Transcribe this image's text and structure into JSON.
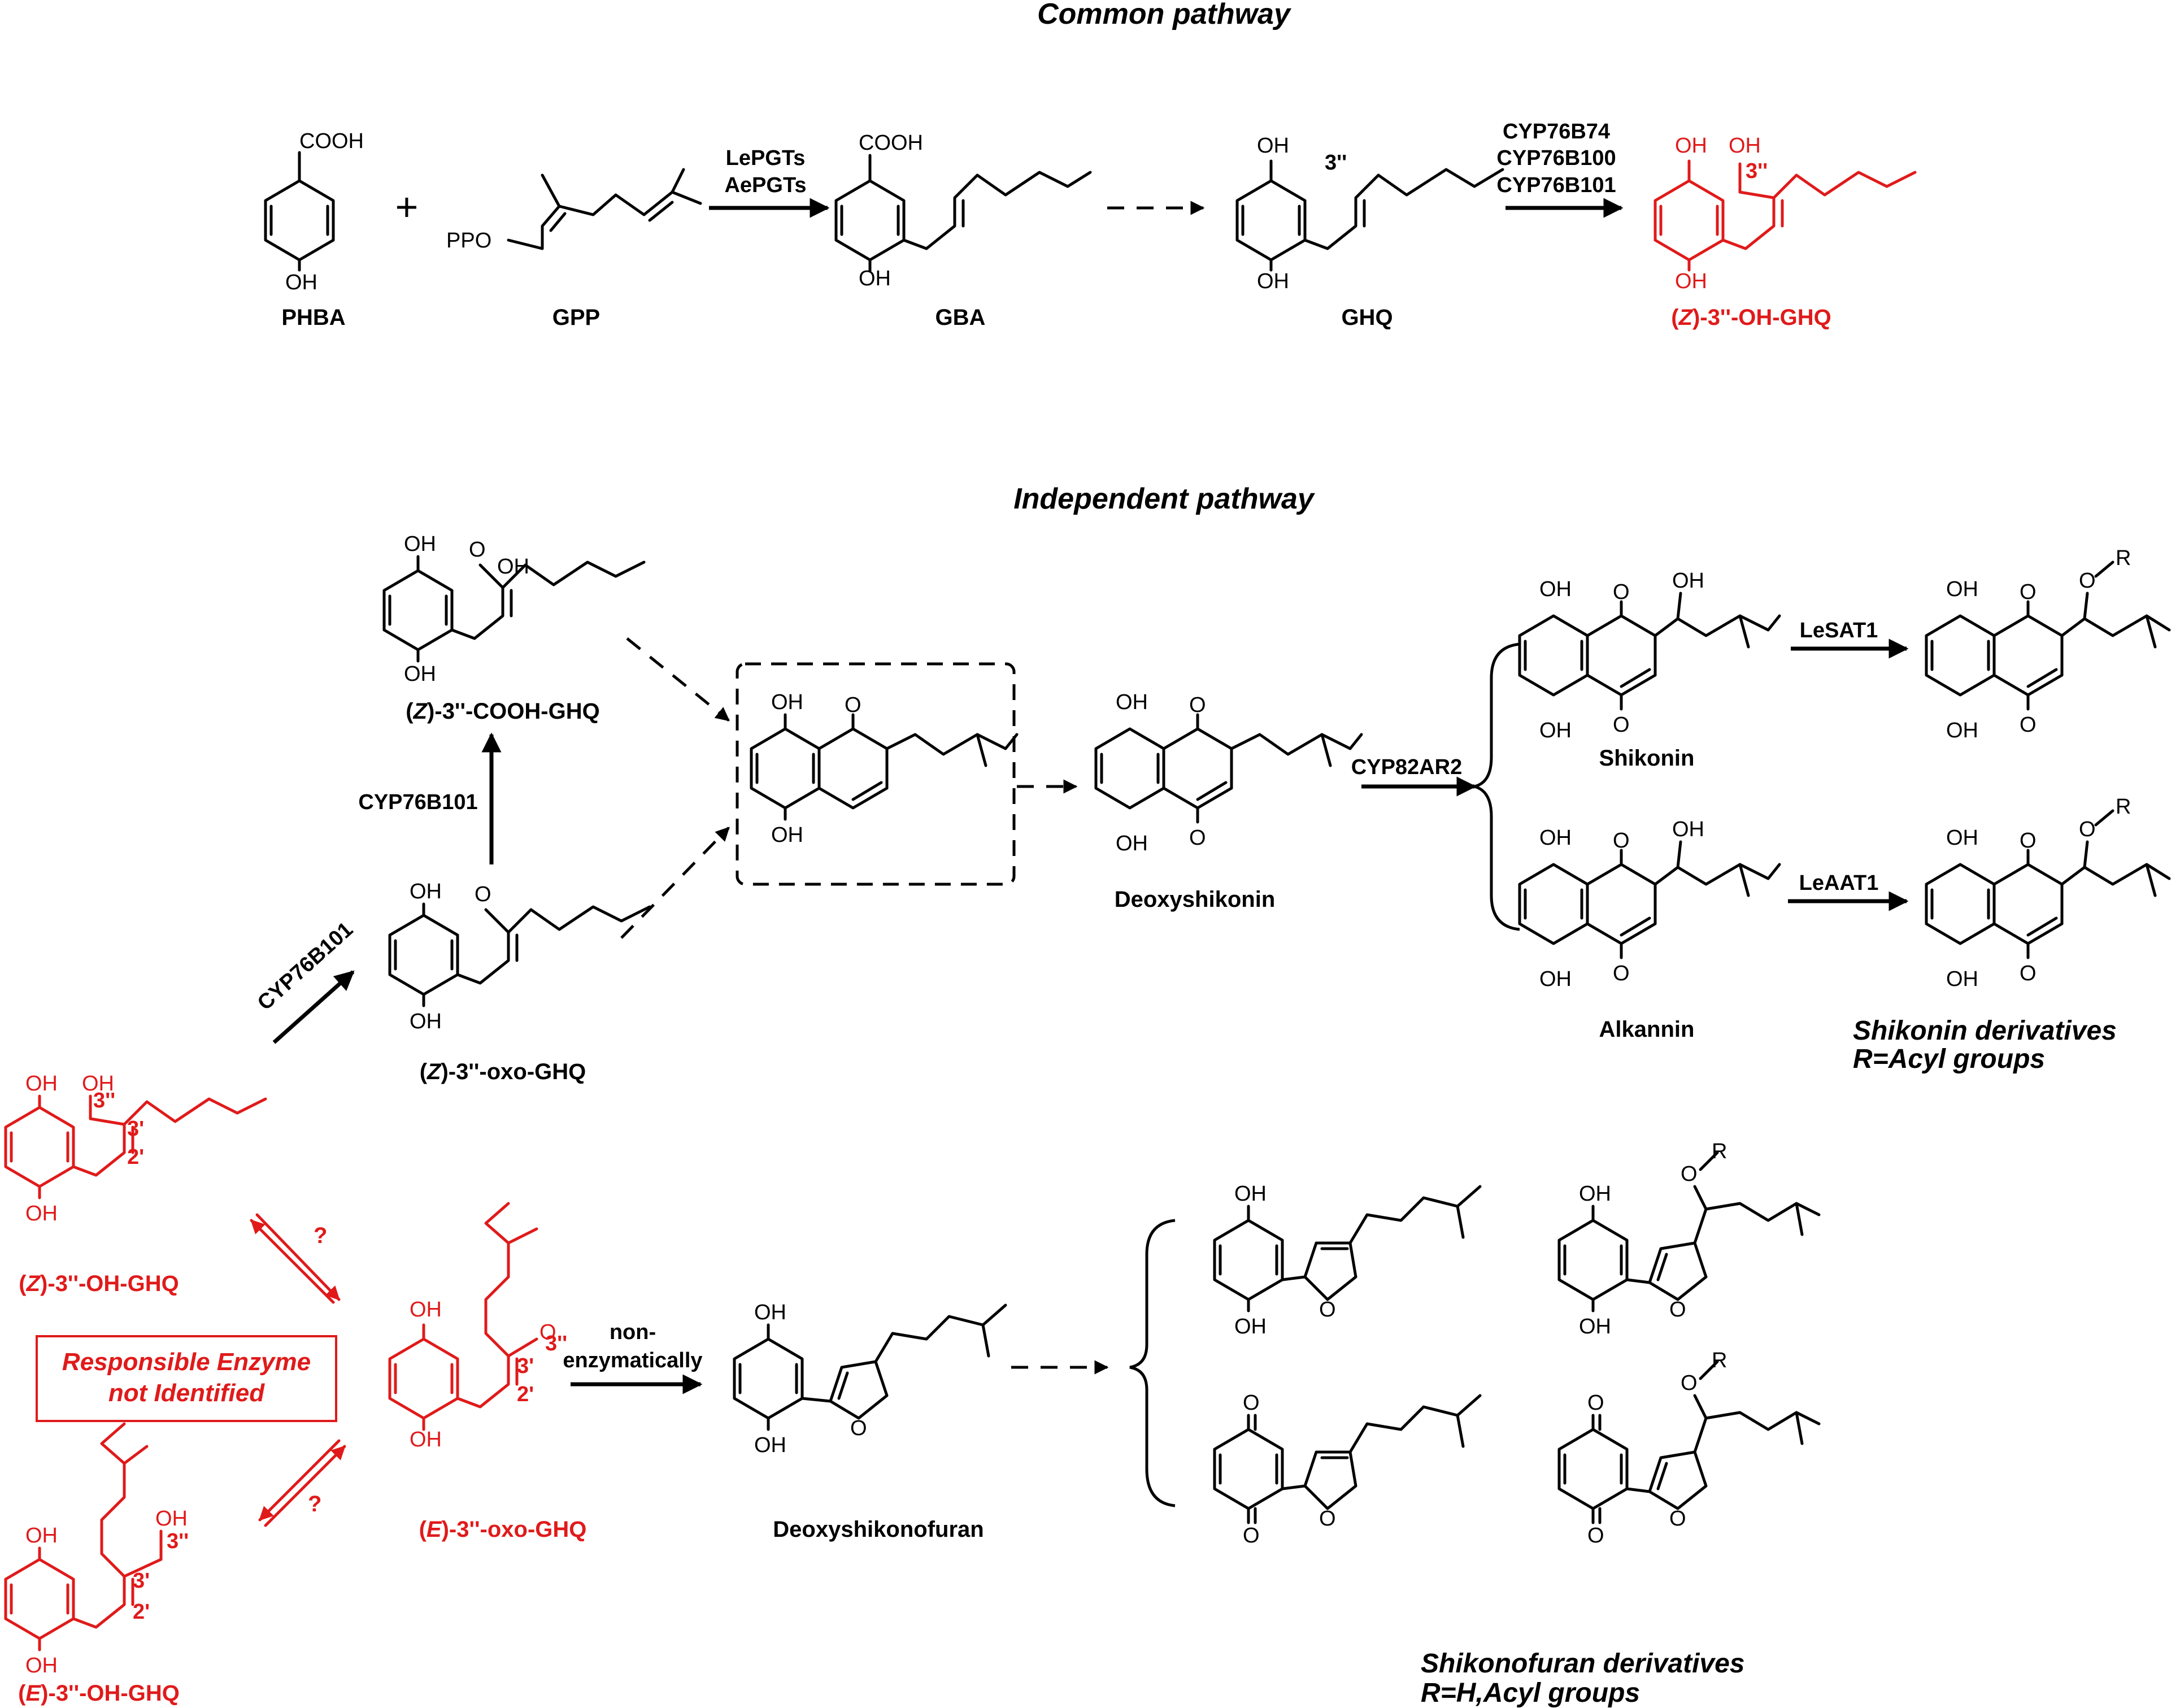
{
  "sections": {
    "common": "Common pathway",
    "independent": "Independent pathway"
  },
  "compounds": {
    "phba": "PHBA",
    "gpp": "GPP",
    "gba": "GBA",
    "ghq": "GHQ",
    "z_oh_ghq_top_pre": "(",
    "z_oh_ghq_top_z": "Z",
    "z_oh_ghq_top_post": ")-3''-OH-GHQ",
    "z_cooh_ghq_pre": "(",
    "z_cooh_ghq_z": "Z",
    "z_cooh_ghq_post": ")-3''-COOH-GHQ",
    "z_oxo_ghq_pre": "(",
    "z_oxo_ghq_z": "Z",
    "z_oxo_ghq_post": ")-3''-oxo-GHQ",
    "deoxyshikonin": "Deoxyshikonin",
    "shikonin": "Shikonin",
    "alkannin": "Alkannin",
    "z_oh_ghq_left_pre": "(",
    "z_oh_ghq_left_z": "Z",
    "z_oh_ghq_left_post": ")-3''-OH-GHQ",
    "e_oxo_ghq_pre": "(",
    "e_oxo_ghq_e": "E",
    "e_oxo_ghq_post": ")-3''-oxo-GHQ",
    "e_oh_ghq_pre": "(",
    "e_oh_ghq_e": "E",
    "e_oh_ghq_post": ")-3''-OH-GHQ",
    "deoxyshikonofuran": "Deoxyshikonofuran"
  },
  "enzymes": {
    "lepgts": "LePGTs",
    "aepgts": "AePGTs",
    "cyp76b74": "CYP76B74",
    "cyp76b100": "CYP76B100",
    "cyp76b101_top": "CYP76B101",
    "cyp76b101_mid": "CYP76B101",
    "cyp76b101_diag": "CYP76B101",
    "cyp82ar2": "CYP82AR2",
    "lesat1": "LeSAT1",
    "leaat1": "LeAAT1",
    "non1": "non-",
    "non2": "enzymatically",
    "q1": "?",
    "q2": "?"
  },
  "unknown_box": {
    "line1": "Responsible Enzyme",
    "line2": "not Identified"
  },
  "derivatives": {
    "shikonin_1": "Shikonin derivatives",
    "shikonin_2": "R=Acyl groups",
    "furan_1": "Shikonofuran derivatives",
    "furan_2": "R=H,Acyl groups"
  },
  "atoms": {
    "cooh": "COOH",
    "oh": "OH",
    "ppo": "PPO",
    "o": "O",
    "r": "R",
    "oh_hex": "OH",
    "three_pp": "3''",
    "three_p": "3'",
    "two_p": "2'"
  },
  "colors": {
    "accent_red": "#e01a1a",
    "black": "#000000"
  }
}
